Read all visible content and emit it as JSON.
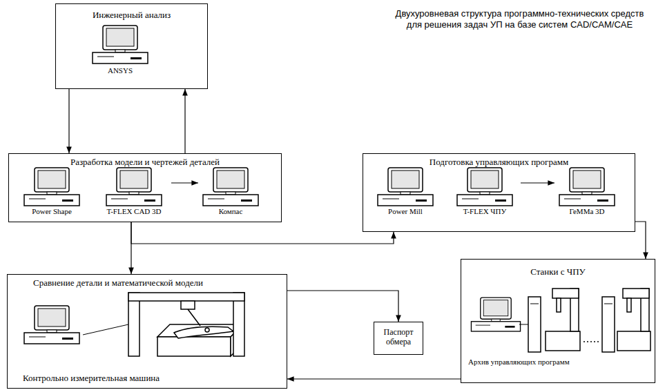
{
  "diagram": {
    "title": "Двухуровневая структура программно-технических средств для решения задач УП на базе систем CAD/CAM/CAE",
    "nodes": [
      {
        "text": [
          "Инженерный анализ"
        ]
      },
      {
        "text": [
          "ANSYS"
        ],
        "in": 0
      },
      {
        "text": [
          "Разработка модели и чертежей деталей"
        ]
      },
      {
        "text": [
          "Power Shape"
        ],
        "in": 2
      },
      {
        "text": [
          "T-FLEX CAD 3D"
        ],
        "in": 2
      },
      {
        "text": [
          "Компас"
        ],
        "in": 2
      },
      {
        "text": [
          "Подготовка управляющих программ"
        ]
      },
      {
        "text": [
          "Power Mill"
        ],
        "in": 6
      },
      {
        "text": [
          "T-FLEX ЧПУ"
        ],
        "in": 6
      },
      {
        "text": [
          "ГеММа 3D"
        ],
        "in": 6
      },
      {
        "text": [
          "Сравнение детали и математической модели",
          "Контрольно измерительная машина"
        ]
      },
      {
        "text": [
          "Паспорт обмера"
        ]
      },
      {
        "text": [
          "Станки с ЧПУ",
          "Архив управляющих программ"
        ]
      }
    ],
    "edges": [
      {
        "from": 0,
        "to": 2,
        "arrow": "to"
      },
      {
        "from": 2,
        "to": 0,
        "arrow": "to"
      },
      {
        "from": 4,
        "to": 5,
        "arrow": "to"
      },
      {
        "from": 8,
        "to": 9,
        "arrow": "to"
      },
      {
        "from": 2,
        "to": 10,
        "arrow": "to"
      },
      {
        "from": 2,
        "to": 6,
        "arrow": "to"
      },
      {
        "from": 6,
        "to": 12,
        "arrow": "to"
      },
      {
        "from": 10,
        "to": 11,
        "arrow": "to"
      },
      {
        "from": 12,
        "to": 10,
        "arrow": "to"
      }
    ]
  }
}
